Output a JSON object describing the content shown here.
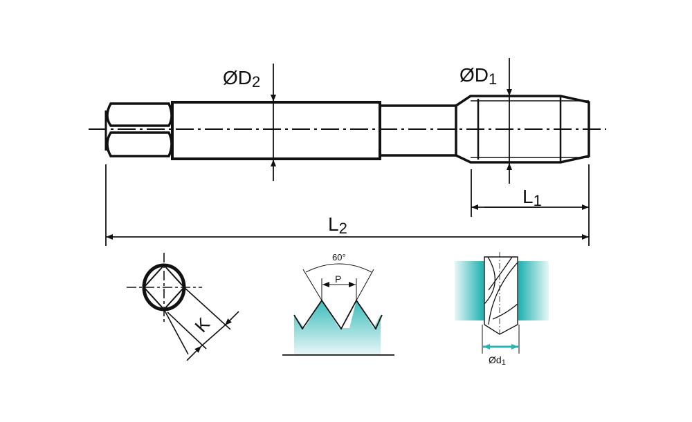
{
  "dimensions": {
    "d2": {
      "main": "ØD",
      "sub": "2"
    },
    "d1": {
      "main": "ØD",
      "sub": "1"
    },
    "l1": {
      "main": "L",
      "sub": "1"
    },
    "l2": {
      "main": "L",
      "sub": "2"
    },
    "k": "K"
  },
  "thread": {
    "angle": "60°",
    "pitch": "P"
  },
  "drill": {
    "main": "Ød",
    "sub": "1"
  },
  "colors": {
    "accent": "#29b4b4",
    "line": "#111111"
  }
}
